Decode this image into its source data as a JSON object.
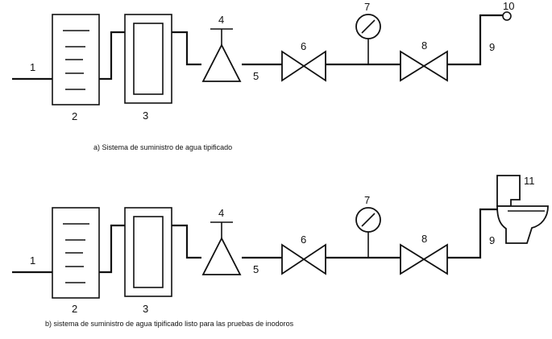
{
  "diagram_a": {
    "labels": {
      "l1": "1",
      "l2": "2",
      "l3": "3",
      "l4": "4",
      "l5": "5",
      "l6": "6",
      "l7": "7",
      "l8": "8",
      "l9": "9",
      "l10": "10"
    },
    "caption": "a) Sistema de suministro de agua tipificado"
  },
  "diagram_b": {
    "labels": {
      "l1": "1",
      "l2": "2",
      "l3": "3",
      "l4": "4",
      "l5": "5",
      "l6": "6",
      "l7": "7",
      "l8": "8",
      "l9": "9",
      "l11": "11"
    },
    "caption": "b) sistema de suministro de agua  tipificado listo para las pruebas de inodoros"
  },
  "colors": {
    "stroke": "#111111",
    "background": "#ffffff"
  }
}
